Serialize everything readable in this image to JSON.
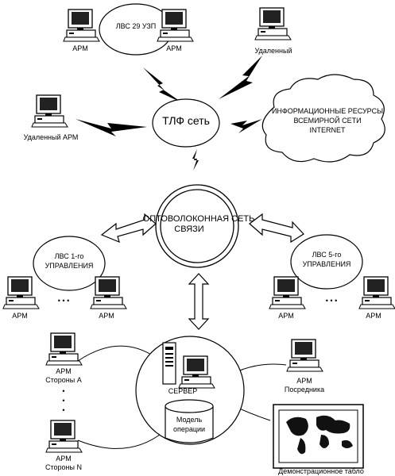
{
  "top_lan": {
    "label": "ЛВС 29 УЗП",
    "arm_left": "АРМ",
    "arm_right": "АРМ"
  },
  "remote_top": {
    "label": "Удаленный"
  },
  "remote_left": {
    "label": "Удаленный АРМ"
  },
  "phone_network": {
    "label": "ТЛФ сеть"
  },
  "internet_cloud": {
    "line1": "ИНФОРМАЦИОННЫЕ РЕСУРСЫ",
    "line2": "ВСЕМИРНОЙ СЕТИ",
    "line3": "INTERNET"
  },
  "fiber_ring": {
    "line1": "ОПТОВОЛОКОННАЯ СЕТЬ",
    "line2": "СВЯЗИ"
  },
  "lan1": {
    "line1": "ЛВС 1-го",
    "line2": "УПРАВЛЕНИЯ",
    "arm_left": "АРМ",
    "arm_right": "АРМ",
    "dots": "•    •    •"
  },
  "lan5": {
    "line1": "ЛВС 5-го",
    "line2": "УПРАВЛЕНИЯ",
    "arm_left": "АРМ",
    "arm_right": "АРМ",
    "dots": "•    •    •"
  },
  "server": {
    "label": "СЕРВЕР",
    "db_line1": "Модель",
    "db_line2": "операции"
  },
  "side_a": {
    "line1": "АРМ",
    "line2": "Стороны А"
  },
  "side_n": {
    "line1": "АРМ",
    "line2": "Стороны N"
  },
  "mediator": {
    "line1": "АРМ",
    "line2": "Посредника"
  },
  "demo_board": {
    "label": "Демонстрационное табло"
  },
  "vertical_dots": "•"
}
